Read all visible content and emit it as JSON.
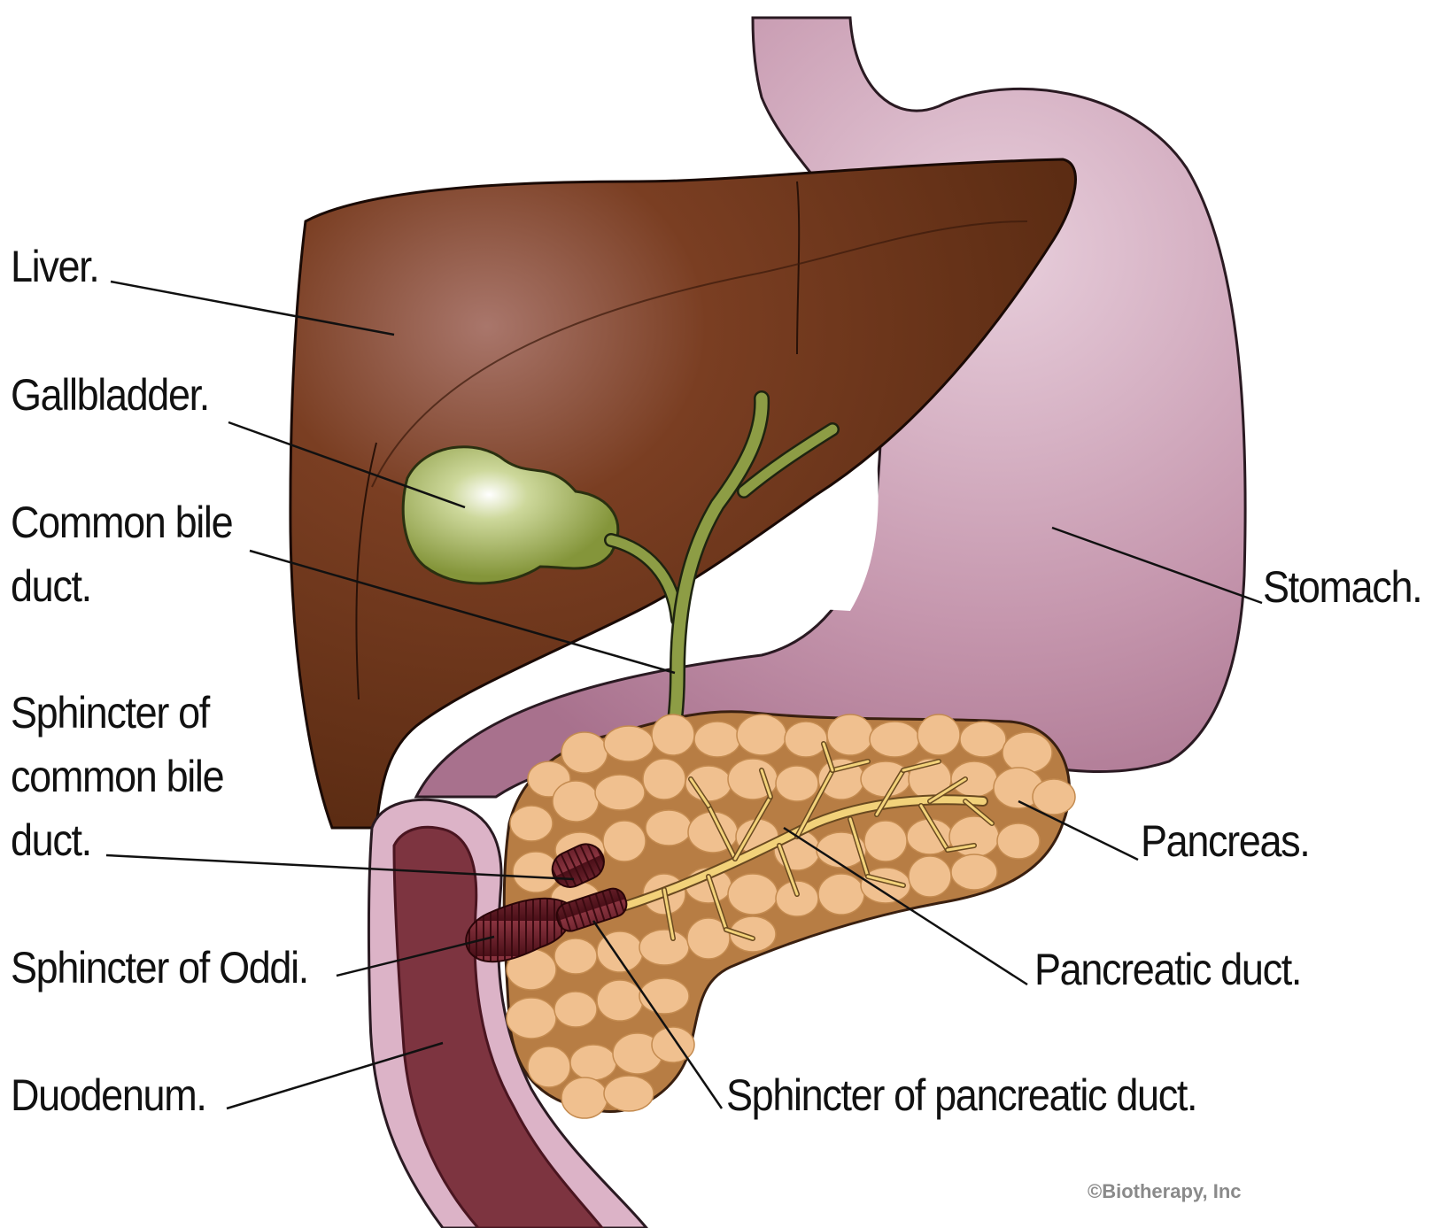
{
  "colors": {
    "liver": "#6b3317",
    "liver_shadow": "#55290f",
    "stomach": "#c99ab1",
    "gallbladder": "#9aaa4a",
    "bile_duct": "#8d9d45",
    "pancreas": "#f0c08f",
    "pancreas_outline": "#b77d44",
    "duodenum_wall": "#dcb3c7",
    "duodenum_lumen": "#7d3440",
    "sphincter": "#5f1a22",
    "pancreatic_duct": "#f2d27a"
  },
  "labels": {
    "liver": "Liver.",
    "gallbladder": "Gallbladder.",
    "common_bile_duct_line1": "Common bile",
    "common_bile_duct_line2": "duct.",
    "sphincter_cbd_line1": "Sphincter of",
    "sphincter_cbd_line2": "common bile",
    "sphincter_cbd_line3": "duct.",
    "sphincter_oddi": "Sphincter of Oddi.",
    "duodenum": "Duodenum.",
    "stomach": "Stomach.",
    "pancreas": "Pancreas.",
    "pancreatic_duct": "Pancreatic duct.",
    "sphincter_pancreatic_duct": "Sphincter of pancreatic duct."
  },
  "credit": "©Biotherapy, Inc"
}
